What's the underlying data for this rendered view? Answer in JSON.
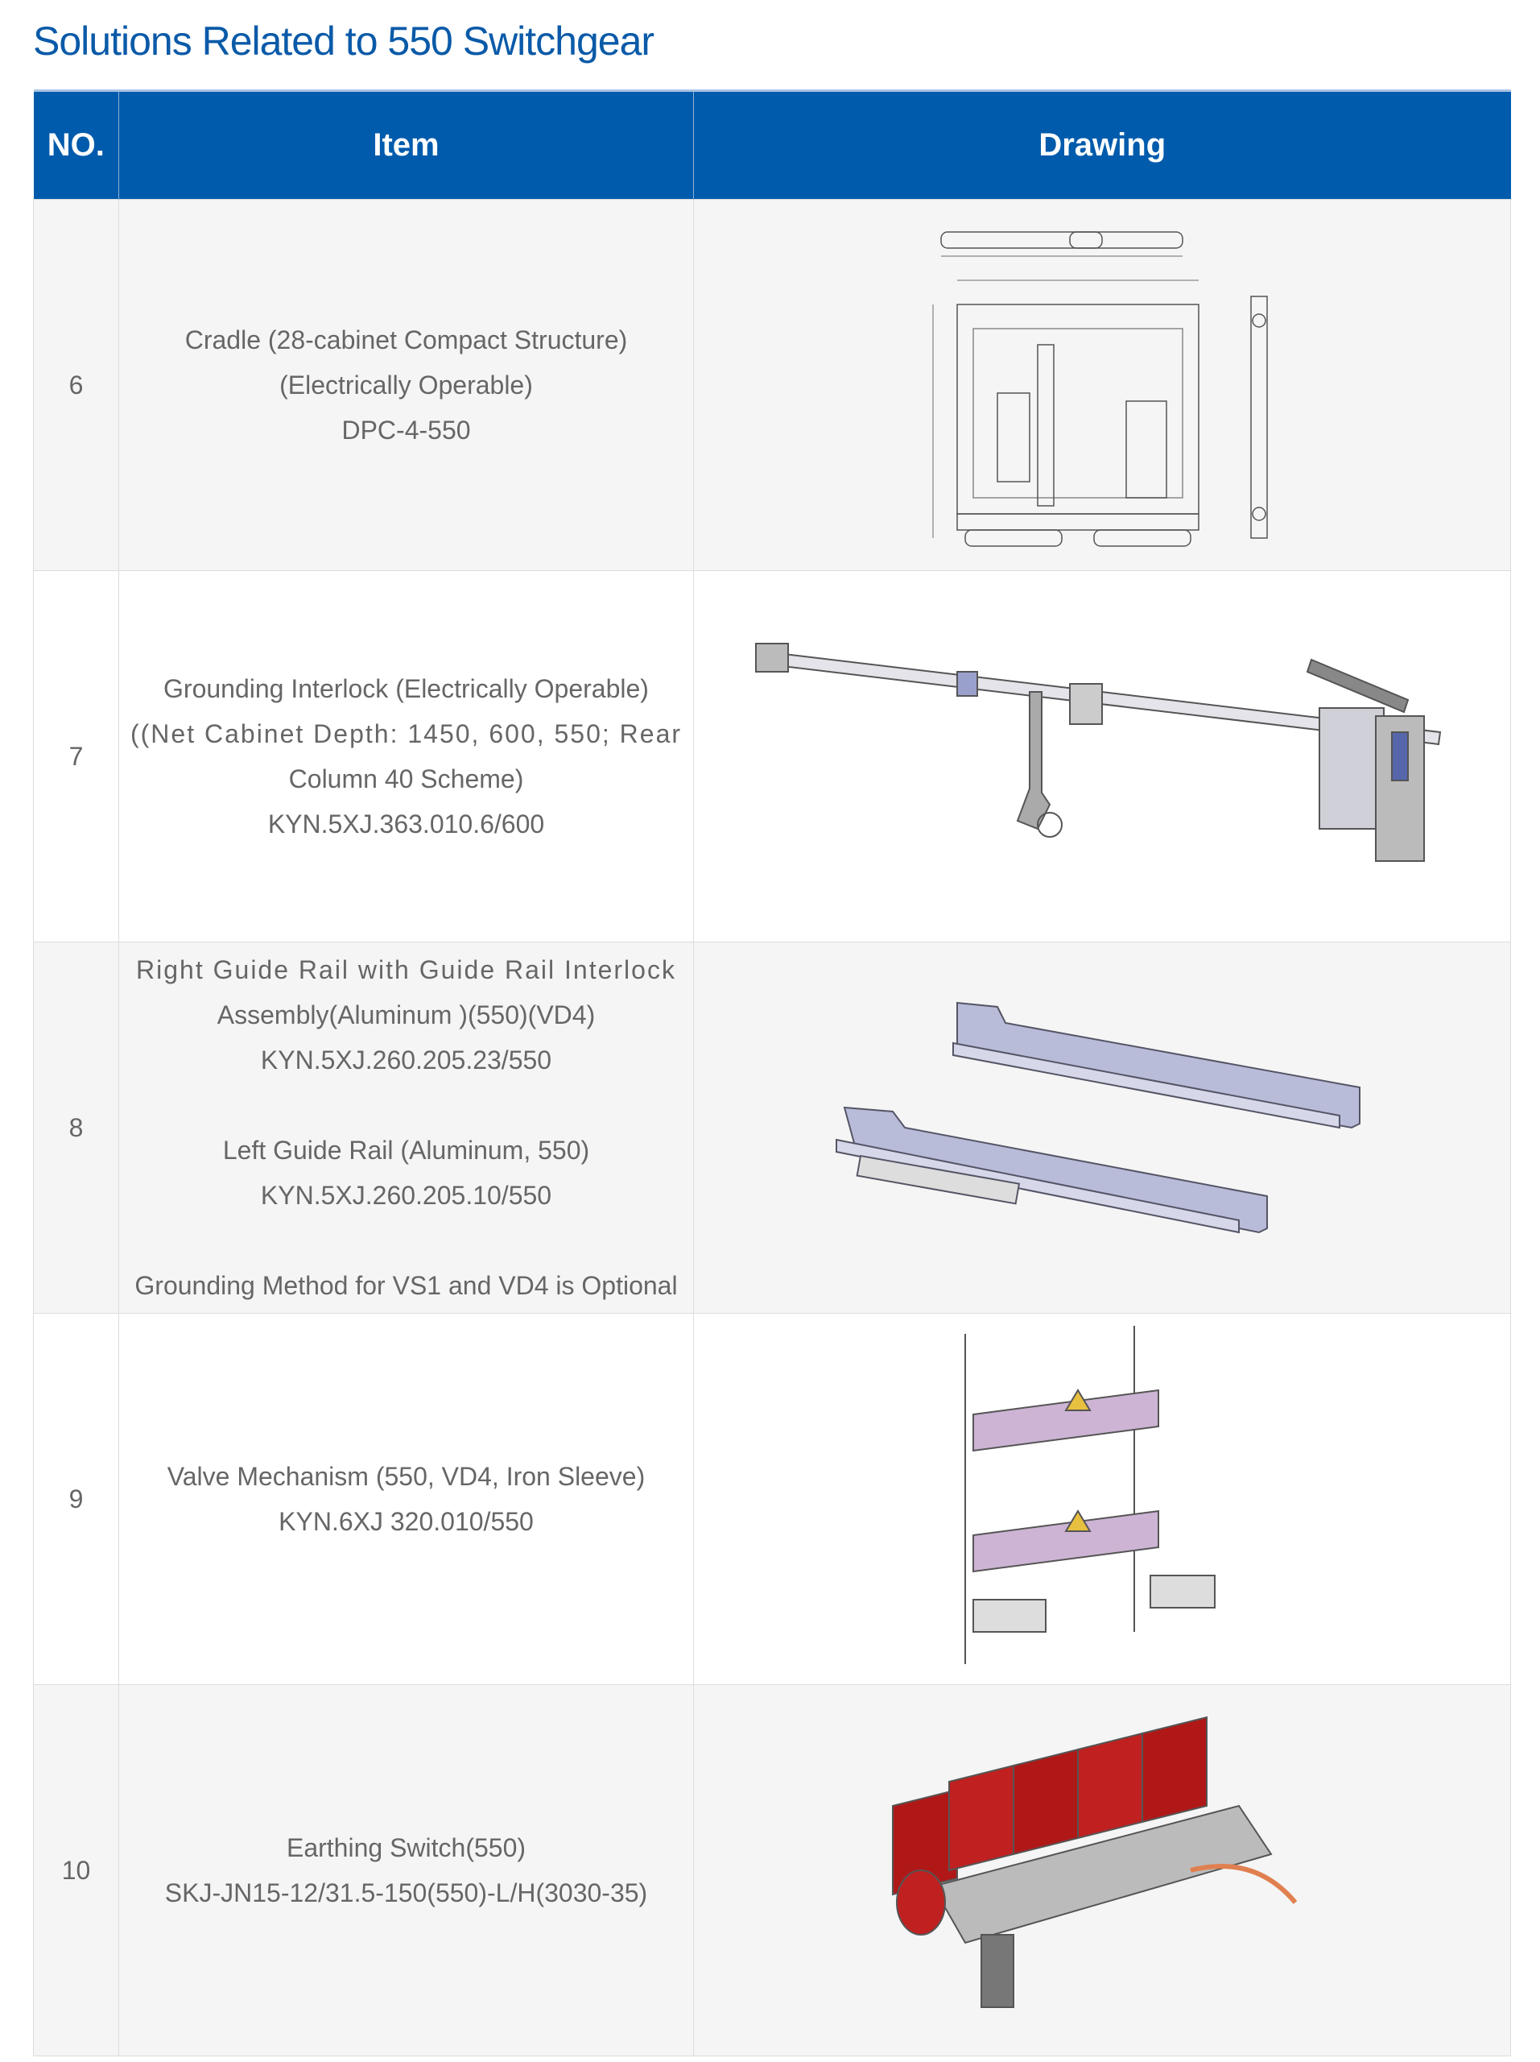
{
  "title": "Solutions Related to 550 Switchgear",
  "headers": {
    "no": "NO.",
    "item": "Item",
    "drawing": "Drawing"
  },
  "rows": [
    {
      "no": "6",
      "lines": [
        "Cradle (28-cabinet Compact Structure)",
        "(Electrically Operable)",
        "DPC-4-550"
      ],
      "drawing": "cradle-drawing"
    },
    {
      "no": "7",
      "lines": [
        "Grounding Interlock (Electrically Operable)",
        "((Net Cabinet Depth: 1450, 600, 550; Rear",
        "Column 40 Scheme)",
        "KYN.5XJ.363.010.6/600"
      ],
      "drawing": "grounding-interlock-drawing"
    },
    {
      "no": "8",
      "lines": [
        "Right Guide Rail with Guide Rail Interlock",
        "Assembly(Aluminum )(550)(VD4)",
        "KYN.5XJ.260.205.23/550",
        "",
        "Left Guide Rail (Aluminum, 550)",
        "KYN.5XJ.260.205.10/550",
        "",
        "Grounding Method for VS1 and VD4 is Optional"
      ],
      "drawing": "guide-rail-drawing"
    },
    {
      "no": "9",
      "lines": [
        "Valve Mechanism (550, VD4, Iron Sleeve)",
        "KYN.6XJ 320.010/550"
      ],
      "drawing": "valve-mechanism-drawing"
    },
    {
      "no": "10",
      "lines": [
        "Earthing Switch(550)",
        "SKJ-JN15-12/31.5-150(550)-L/H(3030-35)"
      ],
      "drawing": "earthing-switch-drawing"
    }
  ],
  "colors": {
    "header": "#005bac",
    "title": "#0a5aa8",
    "text": "#666666"
  }
}
